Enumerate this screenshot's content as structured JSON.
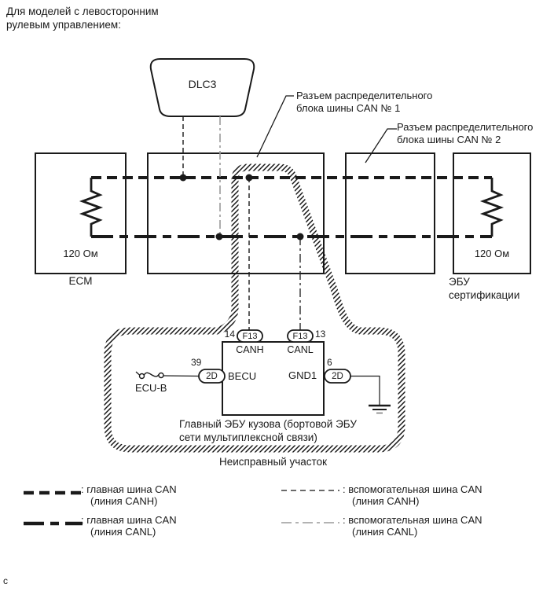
{
  "header": {
    "note": "Для моделей с левосторонним\nрулевым управлением:"
  },
  "diagram": {
    "dlc3_label": "DLC3",
    "callouts": {
      "junction1": "Разъем распределительного\nблока шины CAN № 1",
      "junction2": "Разъем распределительного\nблока шины CAN № 2"
    },
    "ecm": {
      "resistor_value": "120 Ом",
      "name": "ECM"
    },
    "certification_ecu": {
      "resistor_value": "120 Ом",
      "name": "ЭБУ\nсертификации"
    },
    "body_ecu": {
      "pin_14": "14",
      "pin_13": "13",
      "pin_39": "39",
      "pin_6": "6",
      "connector_canh": "F13",
      "connector_canl": "F13",
      "connector_becu": "2D",
      "connector_gnd": "2D",
      "terminal_canh": "CANH",
      "terminal_canl": "CANL",
      "terminal_becu": "BECU",
      "terminal_gnd1": "GND1",
      "fuse_label": "ECU-B",
      "caption": "Главный ЭБУ кузова (бортовой ЭБУ\nсети мультиплексной связи)"
    },
    "fault_area_label": "Неисправный участок"
  },
  "legend": {
    "items": [
      {
        "label": ": главная шина CAN",
        "sub": "(линия CANH)"
      },
      {
        "label": ": главная шина CAN",
        "sub": "(линия CANL)"
      },
      {
        "label": ": вспомогательная шина CAN",
        "sub": "(линия CANH)"
      },
      {
        "label": ": вспомогательная шина CAN",
        "sub": "(линия CANL)"
      }
    ]
  },
  "footer": {
    "mark": "c"
  },
  "colors": {
    "line": "#1a1a1a",
    "gray_line": "#9a9a9a",
    "background": "#ffffff"
  }
}
